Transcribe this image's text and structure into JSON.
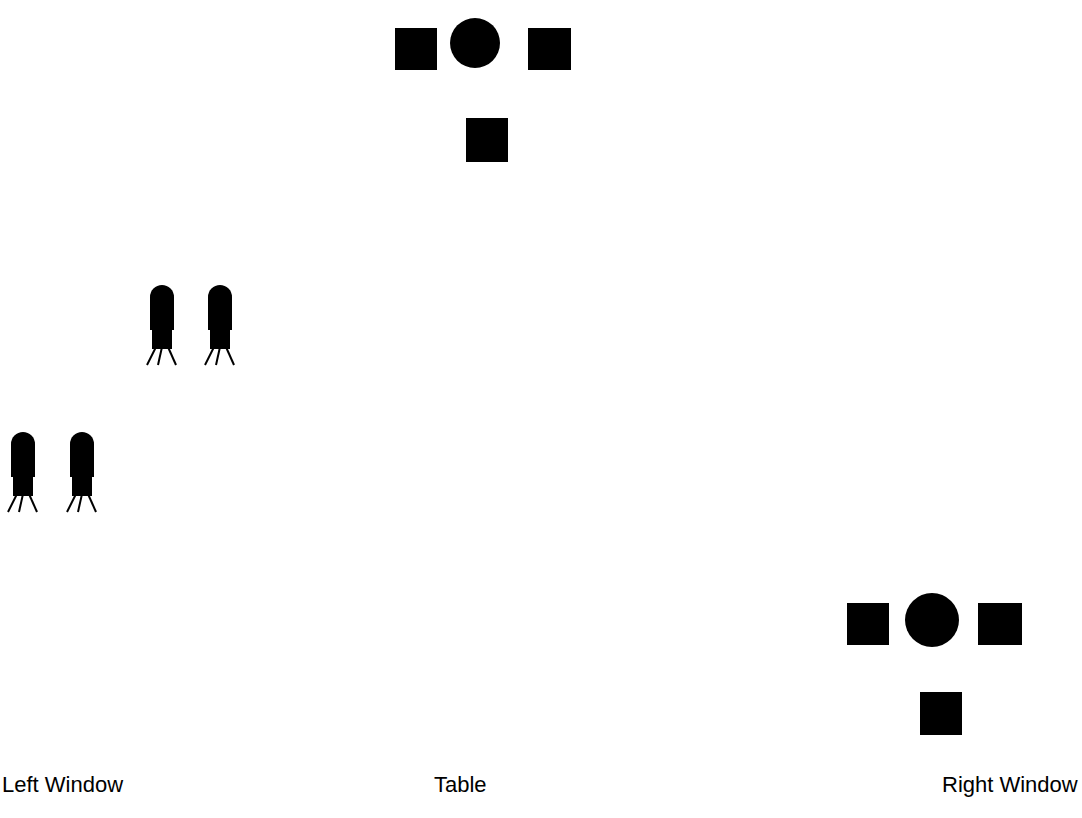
{
  "diagram": {
    "labels": [
      "Left Window",
      "Table",
      "Right Window"
    ]
  }
}
